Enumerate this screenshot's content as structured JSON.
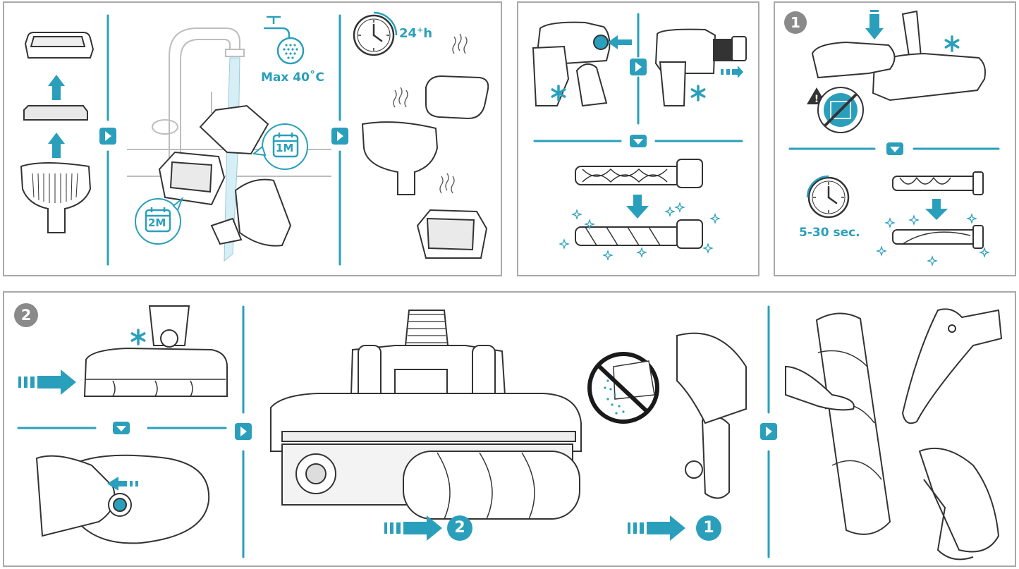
{
  "colors": {
    "accent": "#2a9fbb",
    "frame": "#a9a9a9",
    "line": "#444444",
    "step_badge": "#8a8a8a"
  },
  "panel_a": {
    "water_max": "Max 40˚C",
    "dry_time": "24",
    "dry_time_sup": "+",
    "dry_time_unit": "h",
    "interval_1": "1M",
    "interval_2": "2M"
  },
  "panel_c": {
    "step_number": "1",
    "duration": "5-30 sec."
  },
  "panel_d": {
    "step_number": "2",
    "order_first": "2",
    "order_second": "1"
  },
  "icons": [
    "tap-icon",
    "clock-icon",
    "calendar-icon",
    "arrow-next-icon",
    "arrow-down-icon",
    "warning-icon",
    "asterisk-icon",
    "sparkle-icon"
  ]
}
